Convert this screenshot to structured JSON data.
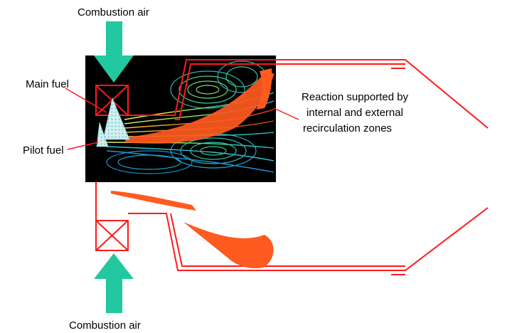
{
  "labels": {
    "air_top": "Combustion air",
    "air_bottom": "Combustion air",
    "main_fuel": "Main fuel",
    "pilot_fuel": "Pilot fuel",
    "reaction_line1": "Reaction supported by",
    "reaction_line2": "internal and external",
    "reaction_line3": "recirculation zones"
  },
  "colors": {
    "outline": "#ff1a1a",
    "flame": "#ff5a1f",
    "air_arrow": "#22c9a0",
    "cfd_background": "#000000",
    "fuel_spray": "#cfeff0"
  },
  "icons": {
    "air_arrow_top": "down-arrow-icon",
    "air_arrow_bottom": "up-arrow-icon",
    "swirler_top": "swirler-cross-icon",
    "swirler_bottom": "swirler-cross-icon"
  }
}
